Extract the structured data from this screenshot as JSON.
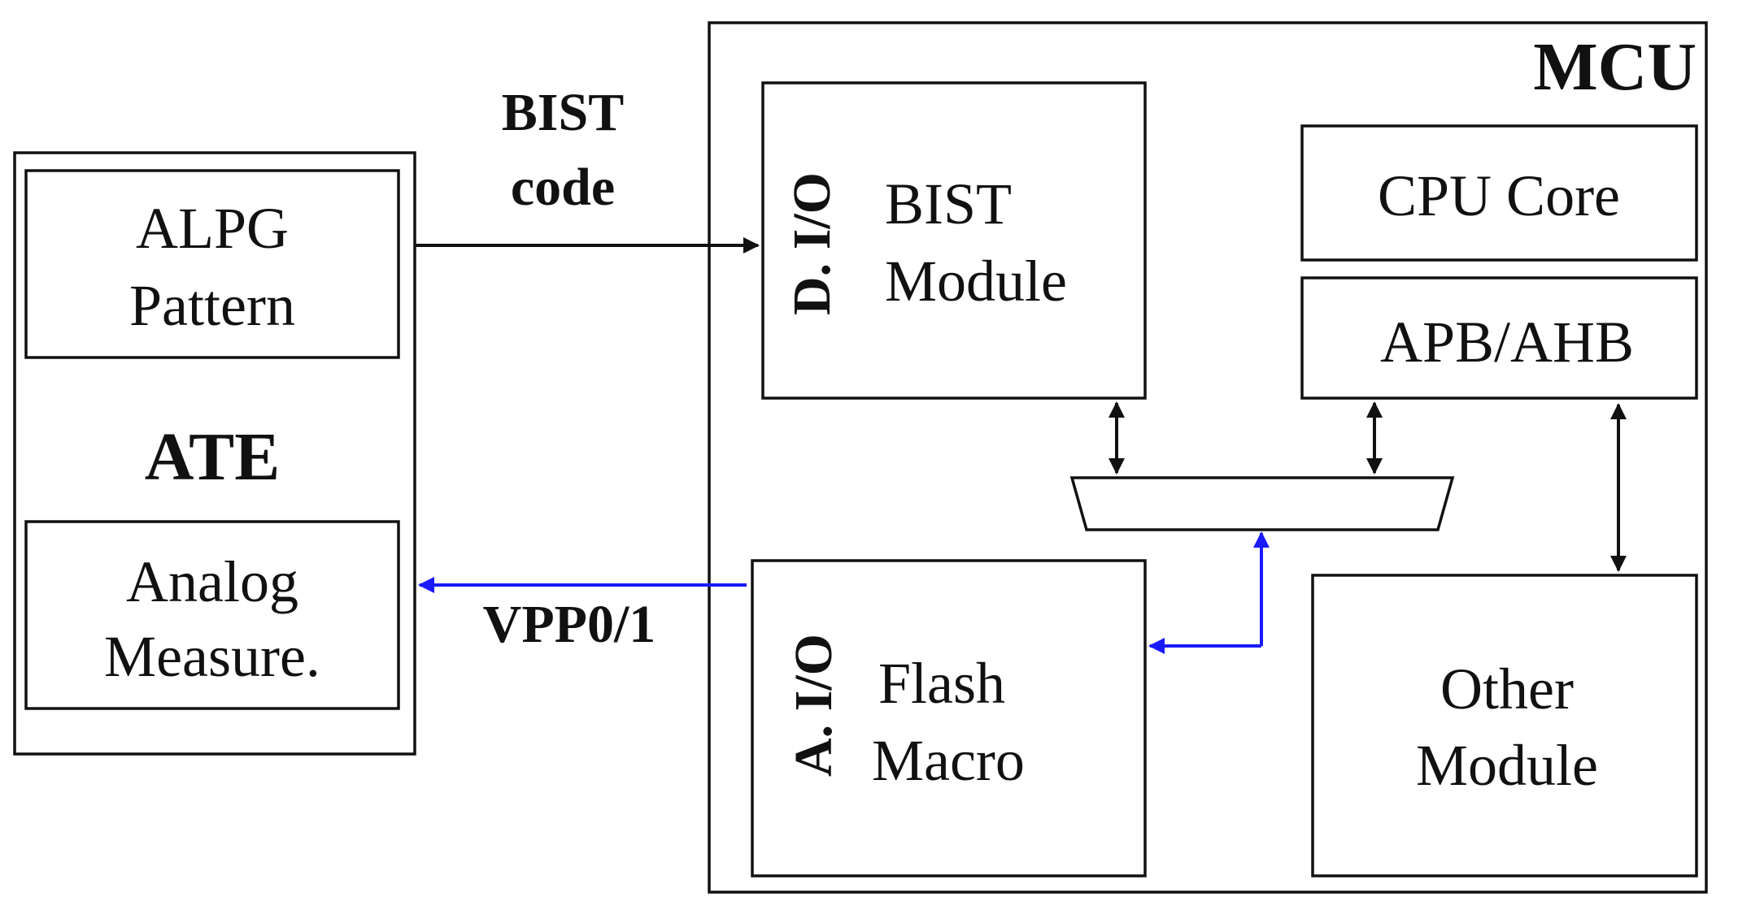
{
  "ate": {
    "title": "ATE",
    "alpg_line1": "ALPG",
    "alpg_line2": "Pattern",
    "analog_line1": "Analog",
    "analog_line2": "Measure."
  },
  "mcu": {
    "title": "MCU",
    "bist_io": "D. I/O",
    "bist_line1": "BIST",
    "bist_line2": "Module",
    "flash_io": "A. I/O",
    "flash_line1": "Flash",
    "flash_line2": "Macro",
    "cpu": "CPU Core",
    "bus": "APB/AHB",
    "other_line1": "Other",
    "other_line2": "Module"
  },
  "signals": {
    "bist_code_line1": "BIST",
    "bist_code_line2": "code",
    "vpp": "VPP0/1"
  },
  "colors": {
    "line": "#111111",
    "analog_signal": "#1a1aff",
    "background": "#ffffff"
  }
}
